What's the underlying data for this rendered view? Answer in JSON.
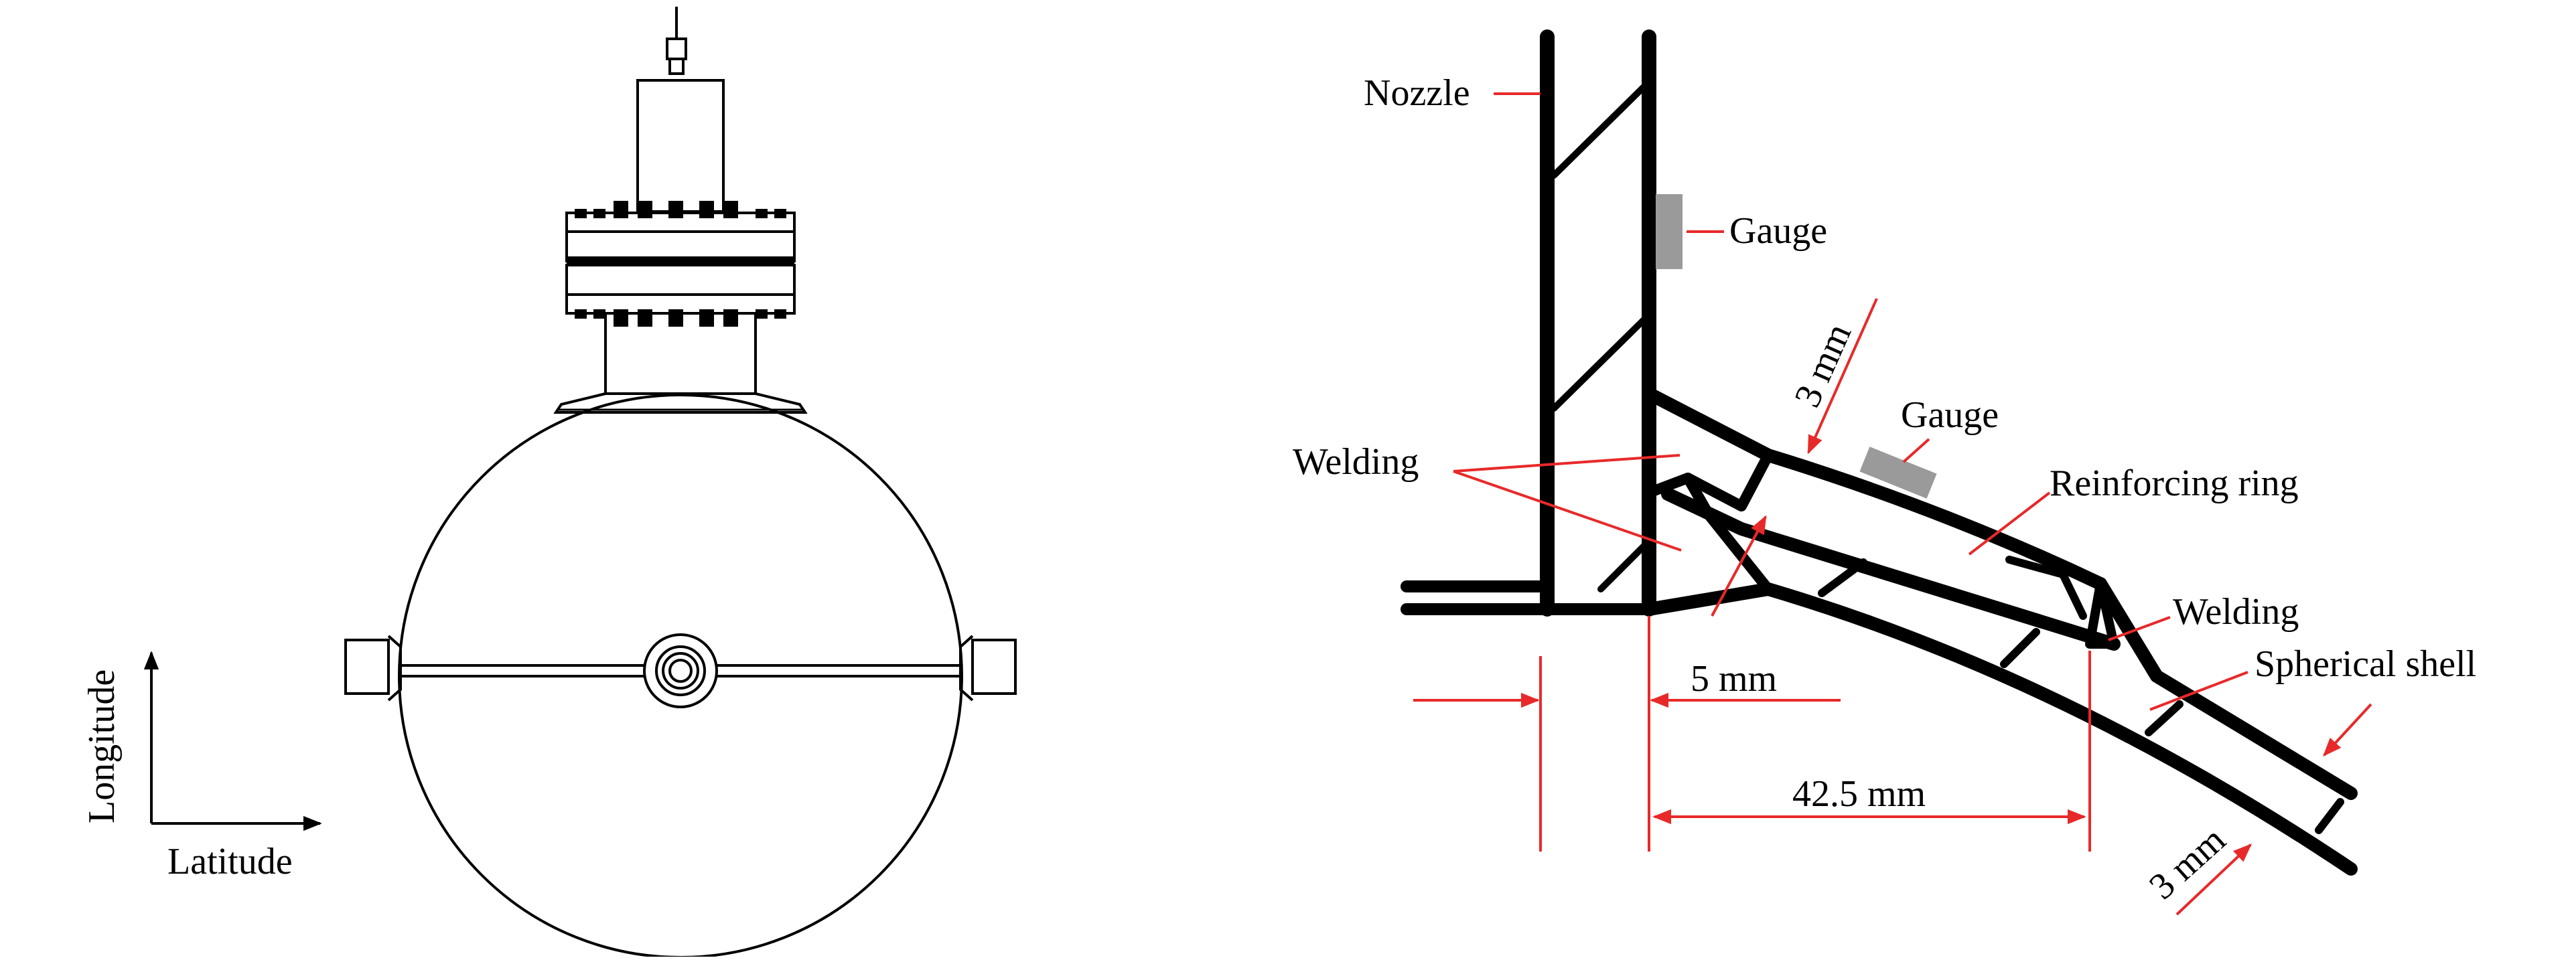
{
  "left_view": {
    "axes": {
      "vertical_label": "Longitude",
      "horizontal_label": "Latitude"
    }
  },
  "right_view": {
    "labels": {
      "nozzle": "Nozzle",
      "gauge_nozzle": "Gauge",
      "gauge_ring": "Gauge",
      "welding_left": "Welding",
      "reinforcing_ring": "Reinforcing ring",
      "welding_right": "Welding",
      "spherical_shell": "Spherical shell"
    },
    "dimensions": {
      "ring_thickness": "3 mm",
      "nozzle_thickness": "5 mm",
      "ring_width": "42.5 mm",
      "shell_thickness": "3 mm"
    }
  },
  "colors": {
    "line": "#000000",
    "dimension": "#e8292a",
    "gauge": "#9a9a9a"
  }
}
